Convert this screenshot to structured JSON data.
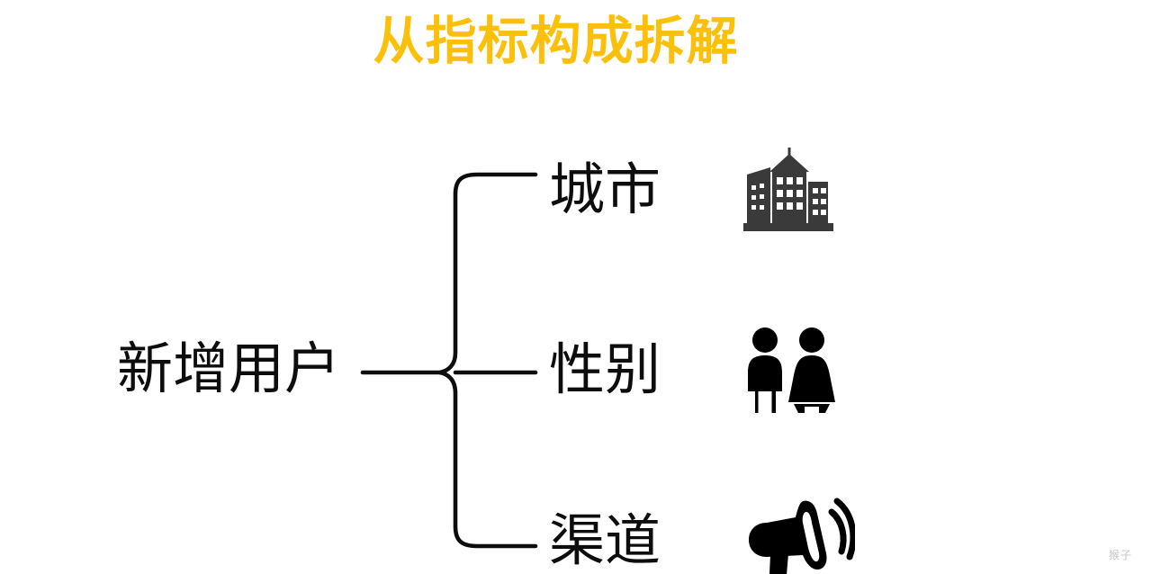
{
  "slide": {
    "title": "从指标构成拆解",
    "title_color": "#fcc00a",
    "background_color": "#ffffff",
    "watermark": "猴子"
  },
  "diagram": {
    "type": "brace-breakdown",
    "root": {
      "label": "新增用户"
    },
    "brace": {
      "color": "#0d0d0d",
      "stroke_width": 4
    },
    "branches": [
      {
        "label": "城市",
        "icon": "city-buildings-icon",
        "icon_color": "#3a3a3a"
      },
      {
        "label": "性别",
        "icon": "male-female-people-icon",
        "icon_color": "#000000"
      },
      {
        "label": "渠道",
        "icon": "megaphone-icon",
        "icon_color": "#000000"
      }
    ]
  }
}
